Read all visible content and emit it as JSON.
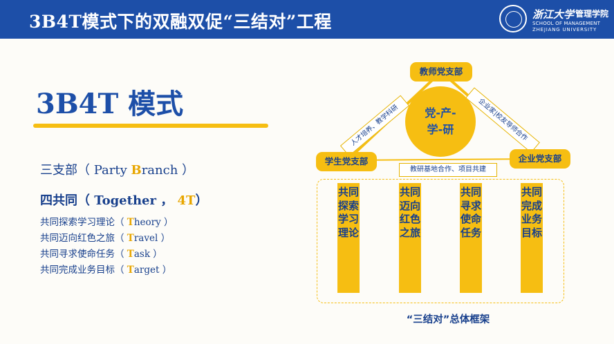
{
  "header": {
    "title": "3B4T模式下的双融双促“三结对”工程"
  },
  "logo": {
    "script": "浙江大学",
    "school_cn": "管理学院",
    "en_line1": "SCHOOL OF MANAGEMENT",
    "en_line2": "ZHEJIANG UNIVERSITY"
  },
  "main_title": "3B4T 模式",
  "lines": {
    "l1": {
      "a": "三支部（ Party ",
      "y": "B",
      "b": "ranch ）"
    },
    "l2": {
      "a": "四共同（ Together ， ",
      "y": "4T",
      "b": "）"
    },
    "s1": {
      "a": "共同探索学习理论（ ",
      "y": "T",
      "b": "heory ）"
    },
    "s2": {
      "a": "共同迈向红色之旅（ ",
      "y": "T",
      "b": "ravel ）"
    },
    "s3": {
      "a": "共同寻求使命任务（ ",
      "y": "T",
      "b": "ask ）"
    },
    "s4": {
      "a": "共同完成业务目标（ ",
      "y": "T",
      "b": "arget ）"
    }
  },
  "diagram": {
    "center_line1": "党-产-",
    "center_line2": "学-研",
    "node_top": "教师党支部",
    "node_left": "学生党支部",
    "node_right": "企业党支部",
    "edge_left": "人才培养、教学科研",
    "edge_right": "企业家|校友导师合作",
    "edge_bottom": "教研基地合作、项目共建",
    "columns": [
      "共同探索学习理论",
      "共同迈向红色之旅",
      "共同寻求使命任务",
      "共同完成业务目标"
    ],
    "caption": "“三结对”总体框架"
  },
  "colors": {
    "primary": "#1d4fa8",
    "accent": "#f6be12",
    "text": "#173f8c"
  }
}
